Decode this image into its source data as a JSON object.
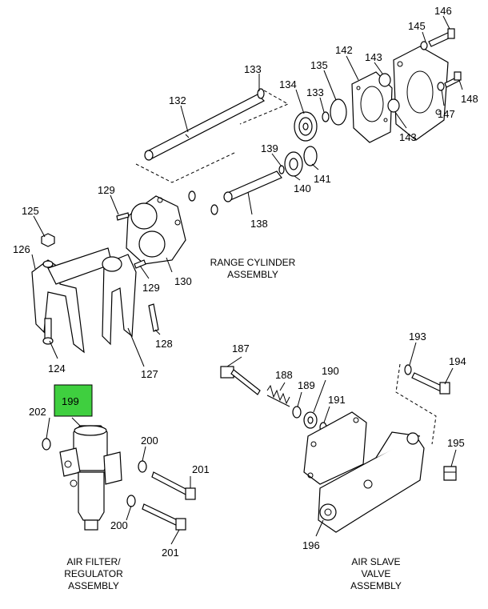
{
  "callouts": {
    "c124": "124",
    "c125": "125",
    "c126": "126",
    "c127": "127",
    "c128": "128",
    "c129a": "129",
    "c129b": "129",
    "c130": "130",
    "c132": "132",
    "c133a": "133",
    "c133b": "133",
    "c134": "134",
    "c135": "135",
    "c138": "138",
    "c139": "139",
    "c140": "140",
    "c141": "141",
    "c142": "142",
    "c143a": "143",
    "c143b": "143",
    "c145": "145",
    "c146": "146",
    "c147": "147",
    "c148": "148",
    "c187": "187",
    "c188": "188",
    "c189": "189",
    "c190": "190",
    "c191": "191",
    "c193": "193",
    "c194": "194",
    "c195": "195",
    "c196": "196",
    "c199": "199",
    "c200a": "200",
    "c200b": "200",
    "c201a": "201",
    "c201b": "201",
    "c202": "202"
  },
  "captions": {
    "range_line1": "RANGE CYLINDER",
    "range_line2": "ASSEMBLY",
    "filter_line1": "AIR FILTER/",
    "filter_line2": "REGULATOR",
    "filter_line3": "ASSEMBLY",
    "slave_line1": "AIR SLAVE",
    "slave_line2": "VALVE",
    "slave_line3": "ASSEMBLY"
  },
  "colors": {
    "highlight": "#3fcf3f"
  }
}
